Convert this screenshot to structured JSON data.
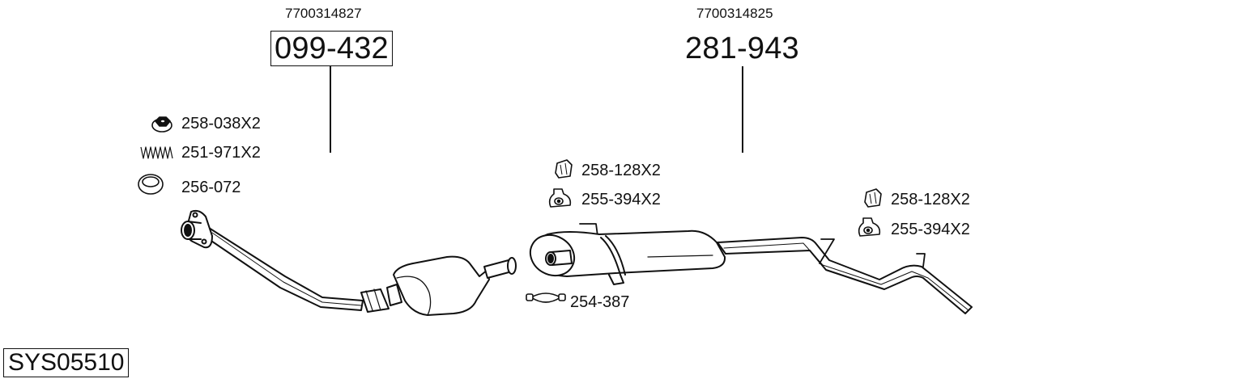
{
  "system": {
    "code": "SYS05510"
  },
  "assemblies": [
    {
      "oem_number": "7700314827",
      "part_number": "099-432",
      "boxed": true,
      "description": "front-pipe-with-catalytic-converter",
      "accessories": [
        {
          "icon": "flange-nut-icon",
          "label": "258-038X2"
        },
        {
          "icon": "spring-icon",
          "label": "251-971X2"
        },
        {
          "icon": "gasket-ring-icon",
          "label": "256-072"
        }
      ]
    },
    {
      "oem_number": "7700314825",
      "part_number": "281-943",
      "boxed": false,
      "description": "rear-silencer-with-tailpipe",
      "accessories": [
        {
          "icon": "mounting-clip-icon",
          "label": "258-128X2"
        },
        {
          "icon": "rubber-hanger-icon",
          "label": "255-394X2"
        },
        {
          "icon": "mounting-clip-icon",
          "label": "258-128X2"
        },
        {
          "icon": "rubber-hanger-icon",
          "label": "255-394X2"
        },
        {
          "icon": "pipe-clamp-icon",
          "label": "254-387"
        }
      ]
    }
  ],
  "colors": {
    "line": "#111111",
    "background": "#ffffff",
    "fill": "#ffffff"
  }
}
